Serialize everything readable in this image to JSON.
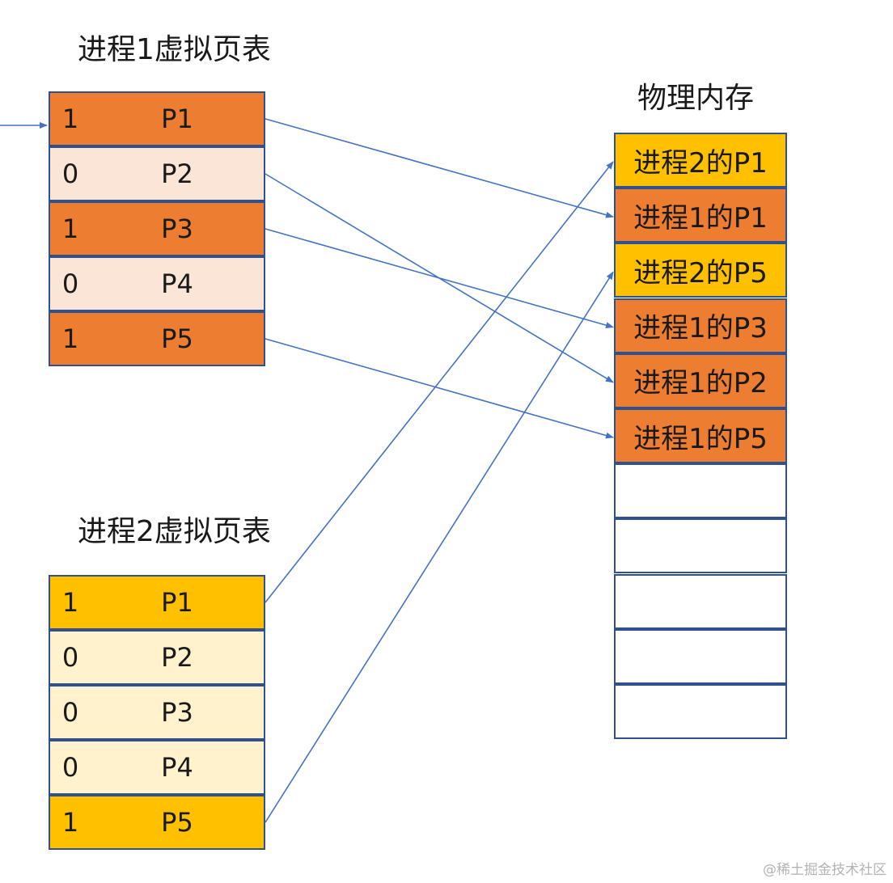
{
  "colors": {
    "p1_present": "#ed7d31",
    "p1_absent": "#fbe5d6",
    "p2_present": "#ffc000",
    "p2_absent": "#fff2cc",
    "mem_p1": "#ed7d31",
    "mem_p2": "#ffc000",
    "mem_empty": "#ffffff",
    "border": "#2f528f",
    "arrow": "#4472c4"
  },
  "process1_table": {
    "title": "进程1虚拟页表",
    "rows": [
      {
        "bit": "1",
        "page": "P1"
      },
      {
        "bit": "0",
        "page": "P2"
      },
      {
        "bit": "1",
        "page": "P3"
      },
      {
        "bit": "0",
        "page": "P4"
      },
      {
        "bit": "1",
        "page": "P5"
      }
    ]
  },
  "process2_table": {
    "title": "进程2虚拟页表",
    "rows": [
      {
        "bit": "1",
        "page": "P1"
      },
      {
        "bit": "0",
        "page": "P2"
      },
      {
        "bit": "0",
        "page": "P3"
      },
      {
        "bit": "0",
        "page": "P4"
      },
      {
        "bit": "1",
        "page": "P5"
      }
    ]
  },
  "physical_memory": {
    "title": "物理内存",
    "frames": [
      {
        "label": "进程2的P1",
        "owner": "p2"
      },
      {
        "label": "进程1的P1",
        "owner": "p1"
      },
      {
        "label": "进程2的P5",
        "owner": "p2"
      },
      {
        "label": "进程1的P3",
        "owner": "p1"
      },
      {
        "label": "进程1的P2",
        "owner": "p1"
      },
      {
        "label": "进程1的P5",
        "owner": "p1"
      },
      {
        "label": "",
        "owner": "none"
      },
      {
        "label": "",
        "owner": "none"
      },
      {
        "label": "",
        "owner": "none"
      },
      {
        "label": "",
        "owner": "none"
      },
      {
        "label": "",
        "owner": "none"
      }
    ]
  },
  "mappings": [
    {
      "table": "p1",
      "row": 0,
      "frame": 1
    },
    {
      "table": "p1",
      "row": 1,
      "frame": 4
    },
    {
      "table": "p1",
      "row": 2,
      "frame": 3
    },
    {
      "table": "p1",
      "row": 4,
      "frame": 5
    },
    {
      "table": "p2",
      "row": 0,
      "frame": 0
    },
    {
      "table": "p2",
      "row": 4,
      "frame": 2
    }
  ],
  "watermark": "@稀土掘金技术社区"
}
